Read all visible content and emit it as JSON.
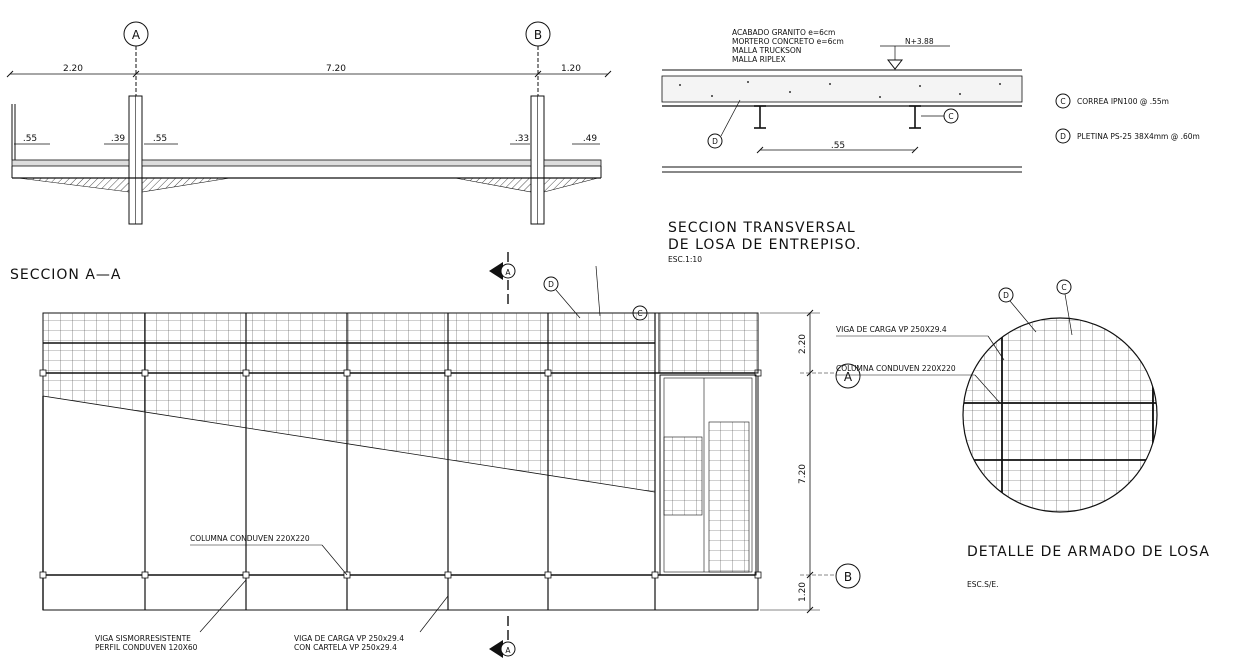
{
  "section_aa": {
    "title": "SECCION A—A",
    "axis_a": "A",
    "axis_b": "B",
    "dim_left": "2.20",
    "dim_mid": "7.20",
    "dim_right": "1.20",
    "sub_dims": [
      ".55",
      ".39",
      ".55",
      ".33",
      ".49"
    ]
  },
  "cross_section": {
    "title_line1": "SECCION TRANSVERSAL",
    "title_line2": "DE LOSA DE ENTREPISO.",
    "scale": "ESC.1:10",
    "layers": [
      "ACABADO GRANITO e=6cm",
      "MORTERO CONCRETO e=6cm",
      "MALLA TRUCKSON",
      "MALLA RIPLEX"
    ],
    "level": "N+3.88",
    "spacing": ".55",
    "marker_c": "C",
    "marker_d": "D"
  },
  "legend": [
    {
      "tag": "C",
      "text": "CORREA IPN100 @ .55m"
    },
    {
      "tag": "D",
      "text": "PLETINA PS-25 38X4mm @ .60m"
    }
  ],
  "plan": {
    "cut_a": "A",
    "cut_a_bottom": "A",
    "marker_d": "D",
    "marker_c": "C",
    "label_column": "COLUMNA CONDUVEN 220X220",
    "label_seismic_1": "VIGA SISMORRESISTENTE",
    "label_seismic_2": "PERFIL CONDUVEN 120X60",
    "label_load_1": "VIGA DE CARGA VP 250x29.4",
    "label_load_2": "CON CARTELA VP 250x29.4",
    "dim_top": "2.20",
    "dim_mid": "7.20",
    "dim_bottom": "1.20",
    "axis_a": "A",
    "axis_b": "B"
  },
  "detail": {
    "title": "DETALLE DE ARMADO DE LOSA",
    "scale": "ESC.S/E.",
    "marker_d": "D",
    "marker_c": "C",
    "label_beam": "VIGA DE CARGA VP 250X29.4",
    "label_column": "COLUMNA CONDUVEN 220X220"
  }
}
